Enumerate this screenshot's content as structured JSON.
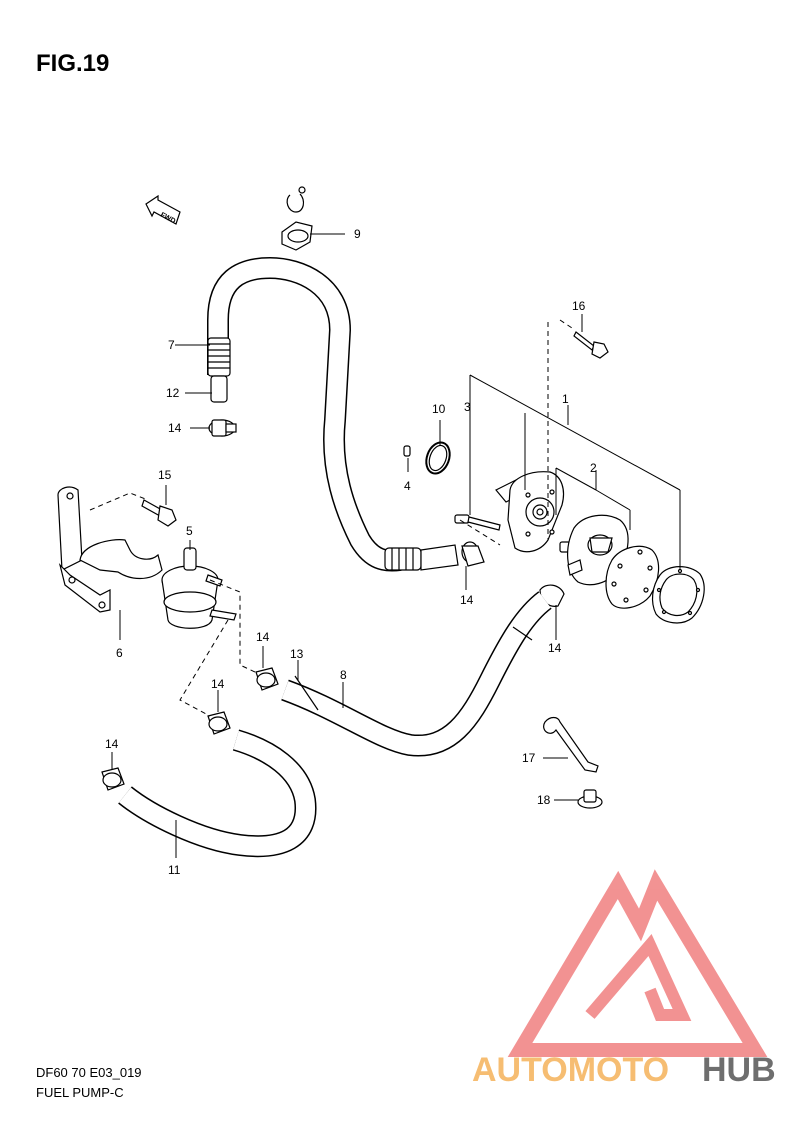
{
  "figure": {
    "title": "FIG.19",
    "fwd_label": "FWD",
    "model_code": "DF60 70 E03_019",
    "section_name": "FUEL PUMP-C"
  },
  "callouts": {
    "c1": "1",
    "c2": "2",
    "c3": "3",
    "c4": "4",
    "c5": "5",
    "c6": "6",
    "c7": "7",
    "c8": "8",
    "c9": "9",
    "c10": "10",
    "c11": "11",
    "c12": "12",
    "c13": "13",
    "c14a": "14",
    "c14b": "14",
    "c14c": "14",
    "c14d": "14",
    "c14e": "14",
    "c14f": "14",
    "c15": "15",
    "c16": "16",
    "c17": "17",
    "c18": "18"
  },
  "watermark": {
    "part1": "AUTOMOTO",
    "part2": "HUB",
    "colors": {
      "triangle": "#f08080",
      "auto": "#f5b25a",
      "hub": "#555555"
    }
  }
}
